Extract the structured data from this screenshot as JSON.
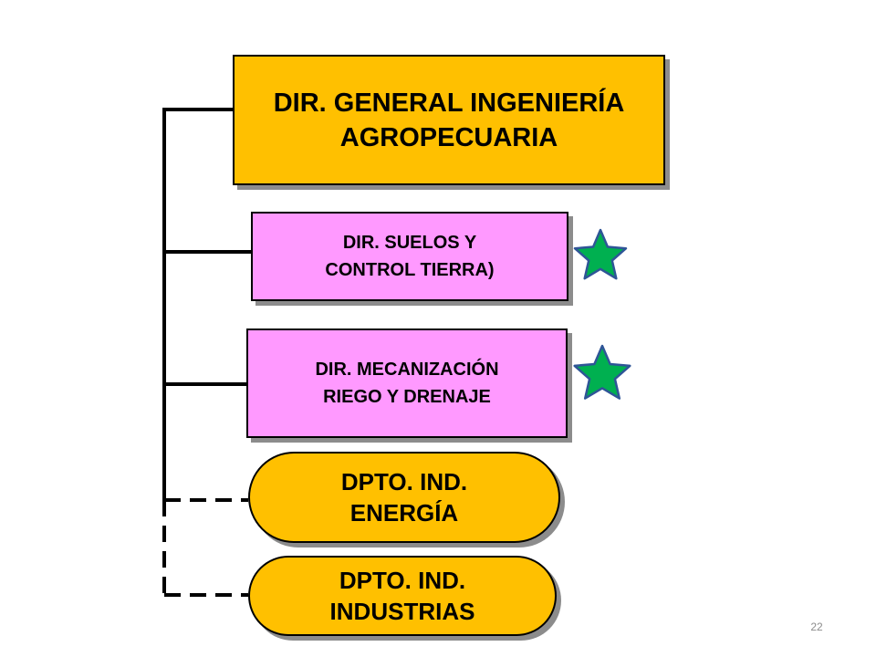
{
  "diagram": {
    "general": {
      "line1": "DIR. GENERAL INGENIERÍA",
      "line2": "AGROPECUARIA"
    },
    "suelos": {
      "line1": "DIR. SUELOS Y",
      "line2": "CONTROL TIERRA)"
    },
    "mecanizacion": {
      "line1": "DIR. MECANIZACIÓN",
      "line2": "RIEGO Y DRENAJE"
    },
    "energia": {
      "line1": "DPTO. IND.",
      "line2": "ENERGÍA"
    },
    "industrias": {
      "line1": "DPTO. IND.",
      "line2": "INDUSTRIAS"
    }
  },
  "colors": {
    "general": "#FFC000",
    "direccion": "#FF99FF",
    "departamento": "#FFC000",
    "star_fill": "#00B050",
    "star_stroke": "#2F5597"
  },
  "icons": {
    "marker": "star-icon"
  },
  "slide": {
    "page_number": "22"
  }
}
